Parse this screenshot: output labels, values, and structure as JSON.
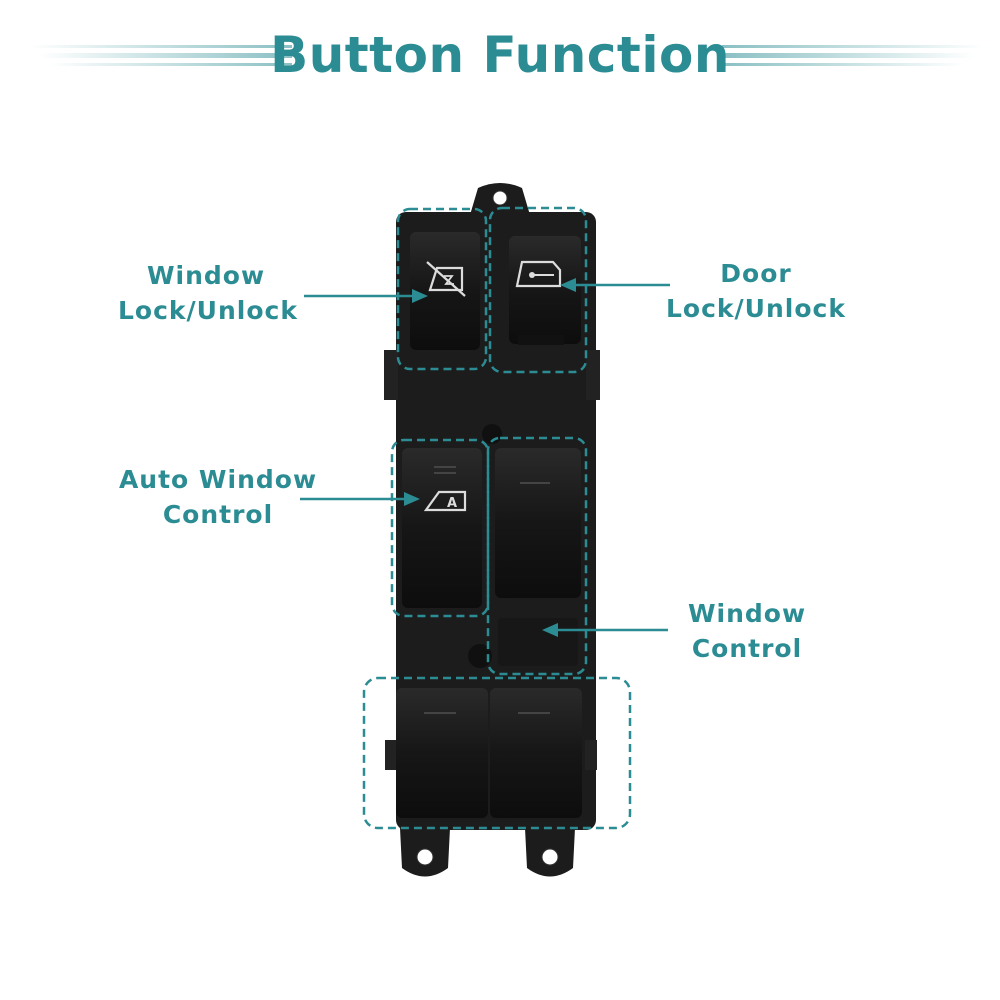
{
  "title": "Button Function",
  "colors": {
    "accent": "#2b8c93",
    "housing": "#1c1c1c",
    "button": "#141414",
    "background": "#ffffff"
  },
  "labels": {
    "window_lock": {
      "line1": "Window",
      "line2": "Lock/Unlock"
    },
    "door_lock": {
      "line1": "Door",
      "line2": "Lock/Unlock"
    },
    "auto_window": {
      "line1": "Auto Window",
      "line2": "Control"
    },
    "window_control": {
      "line1": "Window",
      "line2": "Control"
    }
  },
  "auto_button_glyph": "A",
  "icons": {
    "window_lock": "window-lock-icon",
    "door_lock": "door-key-icon",
    "auto_window": "auto-window-icon"
  }
}
